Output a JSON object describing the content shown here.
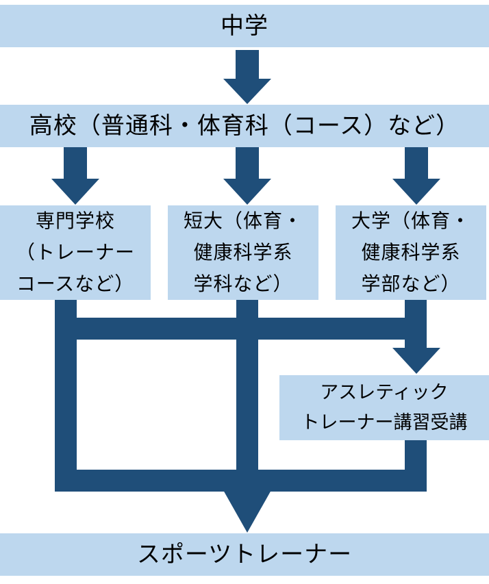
{
  "diagram": {
    "title": "中学",
    "level2": "高校（普通科・体育科（コース）など）",
    "options": [
      {
        "label": "専門学校\n（トレーナー\nコースなど）"
      },
      {
        "label": "短大（体育・\n健康科学系\n学科など）"
      },
      {
        "label": "大学（体育・\n健康科学系\n学部など）"
      }
    ],
    "course": "アスレティック\nトレーナー講習受講",
    "goal": "スポーツトレーナー"
  },
  "colors": {
    "box_fill": "#bdd7ee",
    "connector": "#1f4e79"
  }
}
